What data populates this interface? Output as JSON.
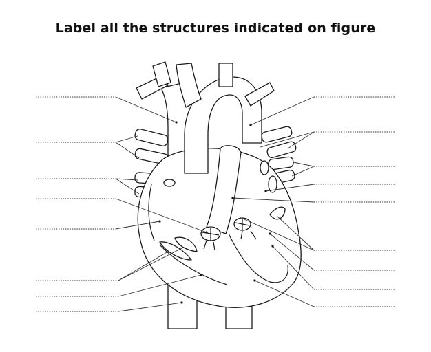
{
  "title": "Label all the structures indicated on figure",
  "colors": {
    "outline": "#1a1a1a",
    "fill": "#ffffff",
    "text": "#111111"
  },
  "labels": {
    "left": [
      {
        "id": "L1",
        "answer": ""
      },
      {
        "id": "L2",
        "answer": ""
      },
      {
        "id": "L3",
        "answer": ""
      },
      {
        "id": "L4",
        "answer": ""
      },
      {
        "id": "L5",
        "answer": ""
      },
      {
        "id": "L6",
        "answer": ""
      },
      {
        "id": "L7",
        "answer": ""
      },
      {
        "id": "L8",
        "answer": ""
      }
    ],
    "right": [
      {
        "id": "R1",
        "answer": ""
      },
      {
        "id": "R2",
        "answer": ""
      },
      {
        "id": "R3",
        "answer": ""
      },
      {
        "id": "R4",
        "answer": ""
      },
      {
        "id": "R5",
        "answer": ""
      },
      {
        "id": "R6",
        "answer": ""
      },
      {
        "id": "R7",
        "answer": ""
      },
      {
        "id": "R8",
        "answer": ""
      },
      {
        "id": "R9",
        "answer": ""
      },
      {
        "id": "R10",
        "answer": ""
      }
    ]
  }
}
